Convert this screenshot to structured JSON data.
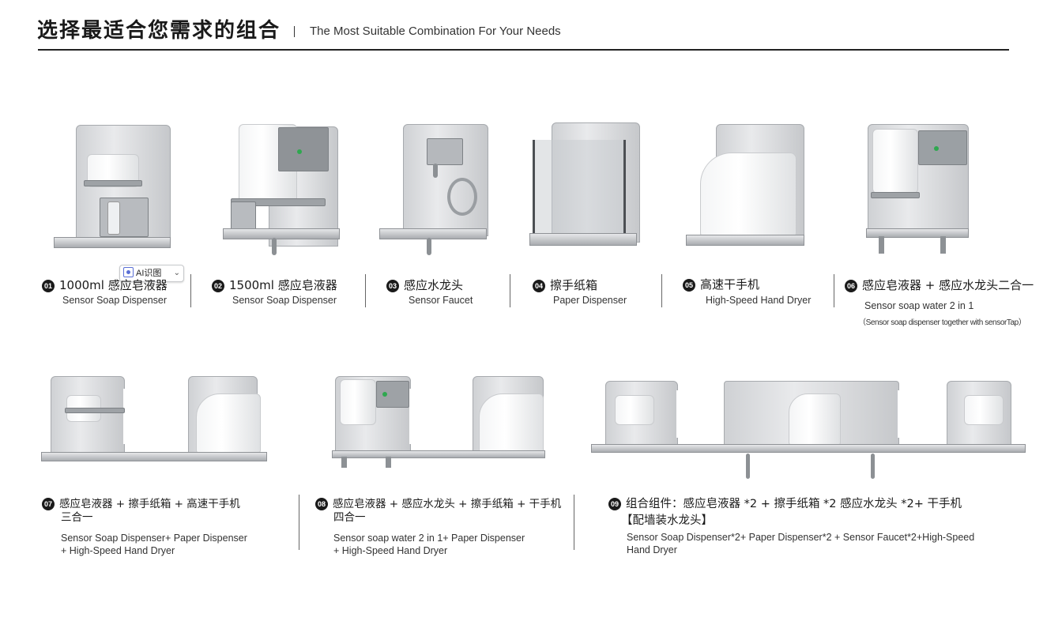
{
  "header": {
    "title_cn": "选择最适合您需求的组合",
    "title_en": "The Most Suitable Combination For Your Needs"
  },
  "ai_tag": {
    "label": "AI识图"
  },
  "products": [
    {
      "num": "01",
      "cn": "1000ml 感应皂液器",
      "en": "Sensor Soap Dispenser"
    },
    {
      "num": "02",
      "cn": "1500ml 感应皂液器",
      "en": "Sensor Soap Dispenser"
    },
    {
      "num": "03",
      "cn": "感应水龙头",
      "en": "Sensor Faucet"
    },
    {
      "num": "04",
      "cn": "擦手纸箱",
      "en": "Paper Dispenser"
    },
    {
      "num": "05",
      "cn": "高速干手机",
      "en": "High-Speed Hand Dryer"
    },
    {
      "num": "06",
      "cn": "感应皂液器 + 感应水龙头二合一",
      "en": "Sensor soap water 2 in 1",
      "en2": "（Sensor soap dispenser together with sensorTap）"
    }
  ],
  "combos": [
    {
      "num": "07",
      "cn1": "感应皂液器 + 擦手纸箱 + 高速干手机",
      "cn2": "三合一",
      "en1": "Sensor Soap Dispenser+ Paper Dispenser",
      "en2": "+ High-Speed Hand Dryer"
    },
    {
      "num": "08",
      "cn1": "感应皂液器 + 感应水龙头 + 擦手纸箱 + 干手机",
      "cn2": "四合一",
      "en1": "Sensor soap water 2 in 1+ Paper Dispenser",
      "en2": "+ High-Speed Hand Dryer"
    },
    {
      "num": "09",
      "cn1": "组合组件：感应皂液器 *2 + 擦手纸箱 *2 感应水龙头 *2+ 干手机",
      "cn2": "【配墙装水龙头】",
      "en1": "Sensor Soap Dispenser*2+ Paper Dispenser*2 + Sensor Faucet*2+High-Speed",
      "en2": "Hand Dryer"
    }
  ]
}
